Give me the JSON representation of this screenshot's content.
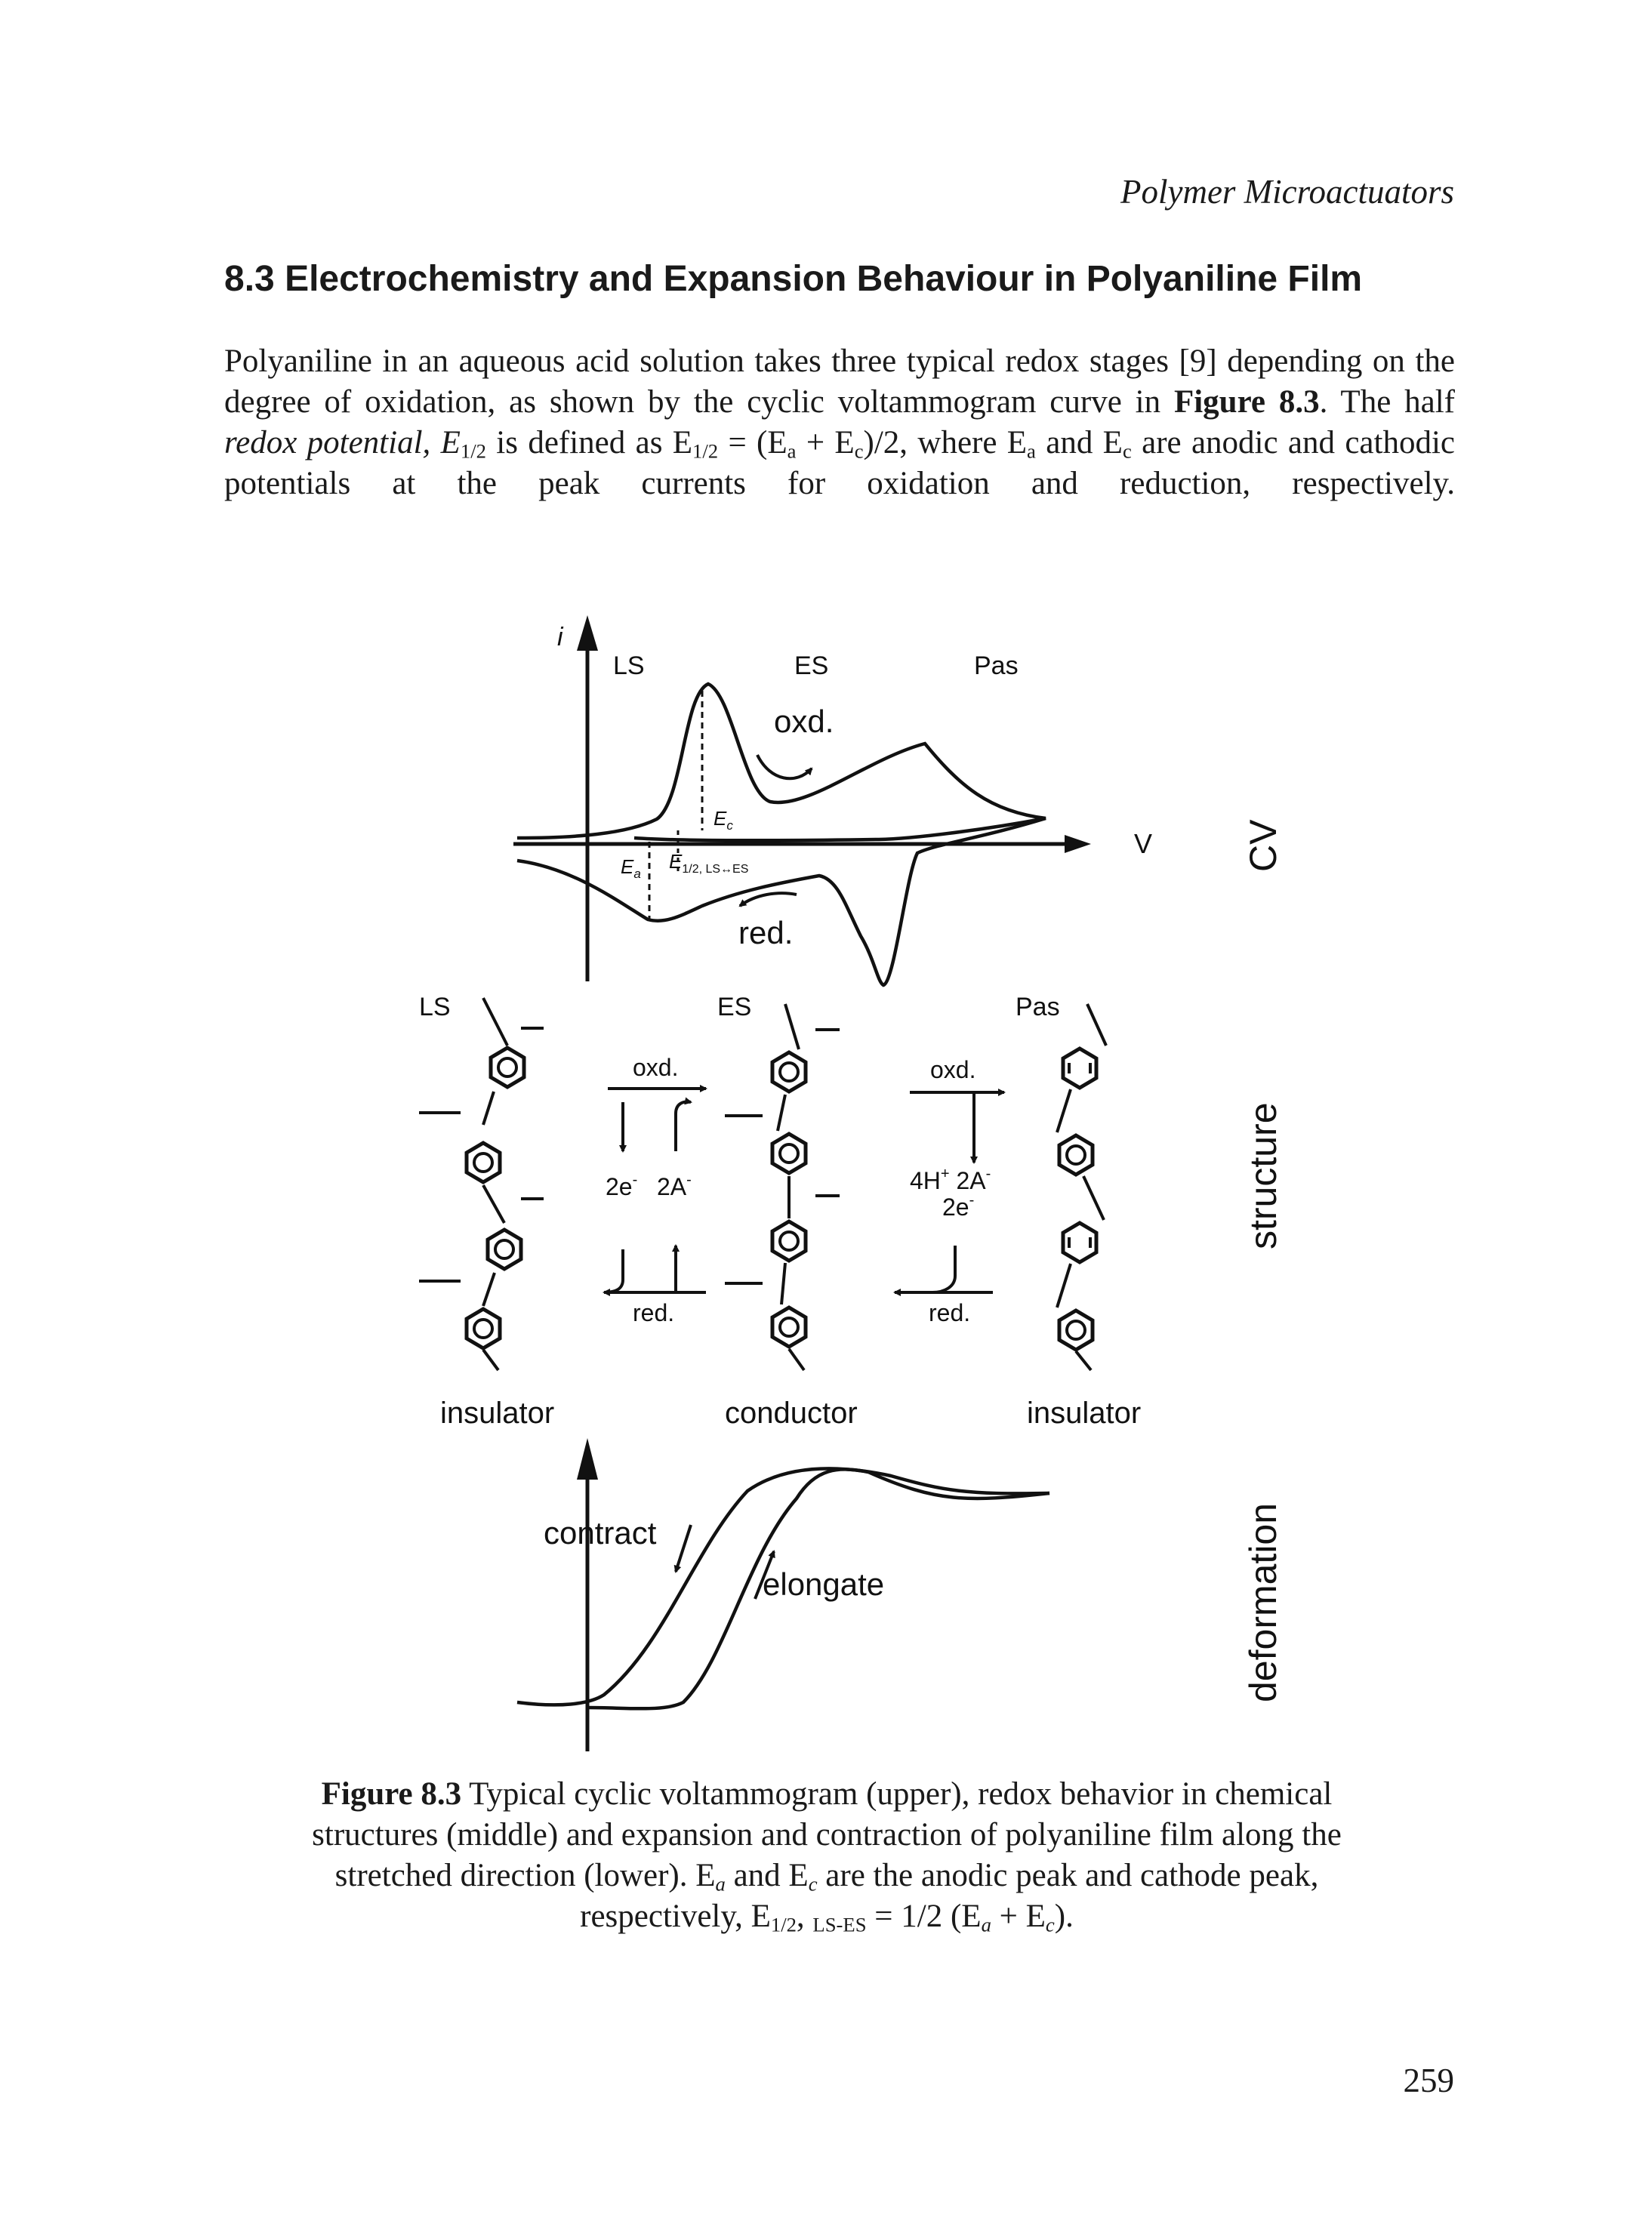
{
  "header": {
    "running_title": "Polymer Microactuators"
  },
  "section": {
    "heading": "8.3 Electrochemistry and Expansion Behaviour in Polyaniline Film"
  },
  "paragraph": {
    "l1": "Polyaniline in an aqueous acid solution takes three typical redox stages [9] depending on the",
    "l2a": "degree of oxidation, as shown by the cyclic voltammogram curve in",
    "l2b": "Figure 8.3",
    "l2c": ". The half",
    "l3a": "redox potential, E",
    "l3b": "1/2",
    "l3c": " is defined as E",
    "l3d": "1/2",
    "l3e": " = (E",
    "l3f": "a",
    "l3g": " + E",
    "l3h": "c",
    "l3i": ")/2, where E",
    "l3j": "a",
    "l3k": " and E",
    "l3l": "c",
    "l3m": " are anodic and cathodic",
    "l4": "potentials at the peak currents for oxidation and reduction, respectively."
  },
  "figure": {
    "cv": {
      "y_axis": "i",
      "x_axis": "V",
      "stage_ls": "LS",
      "stage_es": "ES",
      "stage_pas": "Pas",
      "oxd": "oxd.",
      "red": "red.",
      "ec": "E",
      "ec_sub": "c",
      "ea": "E",
      "ea_sub": "a",
      "ehalf": "E",
      "ehalf_sub": "1/2, LS↔ES",
      "side_label": "CV"
    },
    "structure": {
      "stage_ls": "LS",
      "stage_es": "ES",
      "stage_pas": "Pas",
      "oxd1": "oxd.",
      "red1": "red.",
      "oxd2": "oxd.",
      "red2": "red.",
      "elec1": "2e",
      "elec1_sup": "-",
      "anion1": "2A",
      "anion1_sup": "-",
      "proton2": "4H",
      "proton2_sup": "+",
      "anion2": " 2A",
      "anion2_sup": "-",
      "elec2": "2e",
      "elec2_sup": "-",
      "insulator_left": "insulator",
      "conductor": "conductor",
      "insulator_right": "insulator",
      "side_label": "structure"
    },
    "deformation": {
      "contract": "contract",
      "elongate": "elongate",
      "side_label": "deformation"
    }
  },
  "caption": {
    "label": "Figure 8.3",
    "line1": " Typical cyclic voltammogram (upper), redox behavior in chemical",
    "line2": "structures (middle) and expansion and contraction of polyaniline film along the",
    "l3a": "stretched direction (lower). E",
    "l3b": "a",
    "l3c": " and E",
    "l3d": "c",
    "l3e": " are the anodic peak and cathode peak,",
    "l4a": "respectively, E",
    "l4b": "1/2",
    "l4c": ", ",
    "l4d": "LS-ES",
    "l4e": " = 1/2 (E",
    "l4f": "a",
    "l4g": " + E",
    "l4h": "c",
    "l4i": ")."
  },
  "page": {
    "number": "259"
  }
}
